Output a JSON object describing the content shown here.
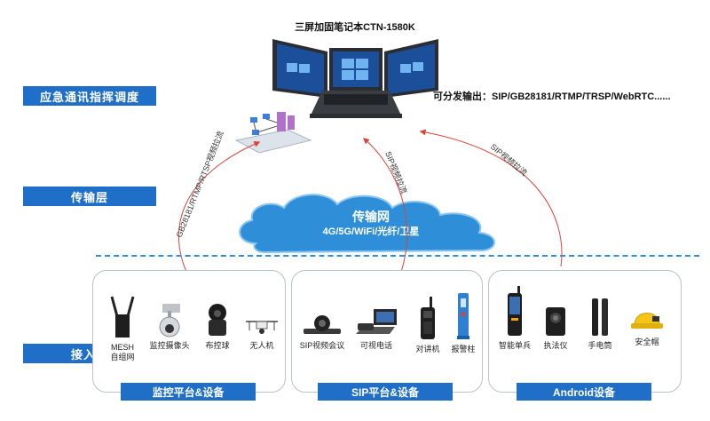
{
  "layers": {
    "command": "应急通讯指挥调度",
    "transport": "传输层",
    "access": "接入层"
  },
  "device_title": "三屏加固笔记本CTN-1580K",
  "output_note": "可分发输出：SIP/GB28181/RTMP/TRSP/WebRTC......",
  "network": {
    "title": "传输网",
    "subtitle": "4G/5G/WiFi/光纤/卫星"
  },
  "arrows": {
    "left": "GB28181/RTMP/RTSP视频拉流",
    "middle": "SIP视频拉流",
    "right": "SIP视频拉流"
  },
  "groups": {
    "monitor": {
      "label": "监控平台&设备",
      "devices": [
        "MESH\n自组网",
        "监控摄像头",
        "布控球",
        "无人机"
      ]
    },
    "sip": {
      "label": "SIP平台&设备",
      "devices": [
        "SIP视频会议",
        "可视电话",
        "对讲机",
        "报警柱"
      ]
    },
    "android": {
      "label": "Android设备",
      "devices": [
        "智能单兵",
        "执法仪",
        "手电筒",
        "安全帽"
      ]
    }
  },
  "colors": {
    "accent": "#1f6fc9",
    "cloud": "#2e8fd8",
    "arrow": "#d9443a",
    "divider": "#2e8fd8"
  }
}
